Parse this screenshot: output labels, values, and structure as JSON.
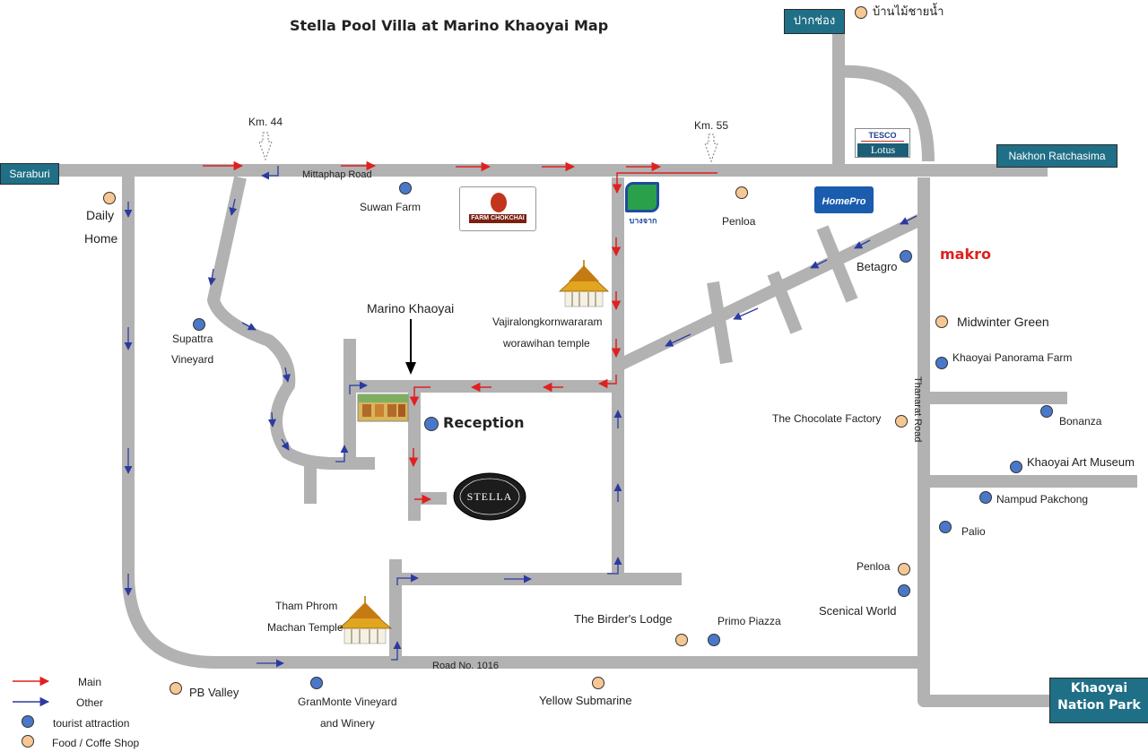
{
  "title": "Stella Pool Villa at Marino Khaoyai Map",
  "signs": {
    "saraburi": "Saraburi",
    "nakhon": "Nakhon Ratchasima",
    "pakchong": "ปากช่อง",
    "khaoyai": "Khaoyai\nNation Park"
  },
  "roads": {
    "mittaphap": "Mittaphap Road",
    "km44": "Km. 44",
    "km55": "Km. 55",
    "thanarat": "Thanarat Road",
    "road1016": "Road No. 1016"
  },
  "places": {
    "marino": "Marino Khaoyai",
    "reception": "Reception",
    "daily": "Daily",
    "home": "Home",
    "suwan_farm": "Suwan Farm",
    "penloa_top": "Penloa",
    "betagro": "Betagro",
    "makro": "makro",
    "midwinter": "Midwinter Green",
    "panorama": "Khaoyai Panorama Farm",
    "supattra_1": "Supattra",
    "supattra_2": "Vineyard",
    "vajira_1": "Vajiralongkornwararam",
    "vajira_2": "worawihan temple",
    "chocolate": "The Chocolate Factory",
    "bonanza": "Bonanza",
    "art_museum": "Khaoyai Art Museum",
    "nampud": "Nampud Pakchong",
    "palio": "Palio",
    "penloa_bottom": "Penloa",
    "scenical": "Scenical World",
    "tham_1": "Tham Phrom",
    "tham_2": "Machan Temple",
    "birders": "The Birder's Lodge",
    "primo": "Primo Piazza",
    "pb_valley": "PB Valley",
    "granmonte_1": "GranMonte Vineyard",
    "granmonte_2": "and Winery",
    "yellow_sub": "Yellow Submarine",
    "baan_mai": "บ้านไม้ชายน้ำ"
  },
  "logos": {
    "farm_chokchai": "FARM CHOKCHAI",
    "bangchak": "บางจาก",
    "tesco": "TESCO",
    "lotus": "Lotus",
    "homepro": "HomePro",
    "stella": "STELLA"
  },
  "legend": {
    "main": "Main",
    "other": "Other",
    "tourist": "tourist attraction",
    "food": "Food / Coffe Shop"
  },
  "colors": {
    "road": "#b2b2b2",
    "main_arrow": "#e02020",
    "other_arrow": "#2b3aa0",
    "tourist_dot": "#4a78c9",
    "food_dot": "#f7c793",
    "sign_bg": "#1f6f86"
  }
}
